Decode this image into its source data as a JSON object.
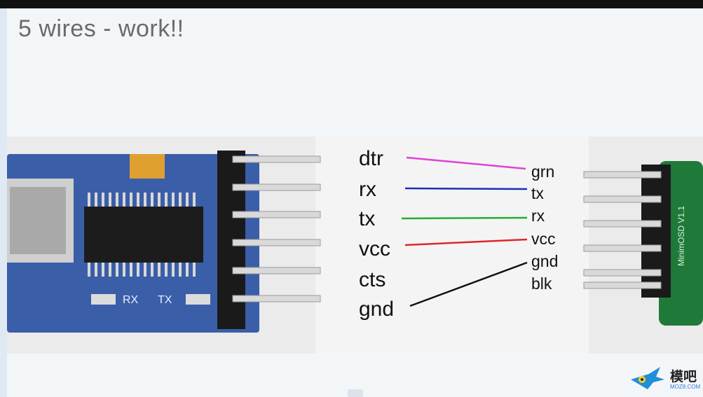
{
  "slide": {
    "title": "5 wires - work!!"
  },
  "left_pins": [
    "dtr",
    "rx",
    "tx",
    "vcc",
    "cts",
    "gnd"
  ],
  "right_pins": [
    "grn",
    "tx",
    "rx",
    "vcc",
    "gnd",
    "blk"
  ],
  "connections": [
    {
      "from": "dtr",
      "to": "grn",
      "color": "#e040d8"
    },
    {
      "from": "rx",
      "to": "tx",
      "color": "#1a2fb8"
    },
    {
      "from": "tx",
      "to": "rx",
      "color": "#22b02a"
    },
    {
      "from": "vcc",
      "to": "vcc",
      "color": "#e0262a"
    },
    {
      "from": "gnd",
      "to": "gnd",
      "color": "#111111"
    }
  ],
  "left_board": {
    "silkscreen": [
      "RX",
      "TX"
    ],
    "pcb_color": "#3b5ea8"
  },
  "right_board": {
    "silkscreen": "MinimOSD V1.1",
    "pcb_color": "#1f7a3a"
  },
  "watermark": {
    "brand": "模吧",
    "site": "MOZ8.COM"
  }
}
